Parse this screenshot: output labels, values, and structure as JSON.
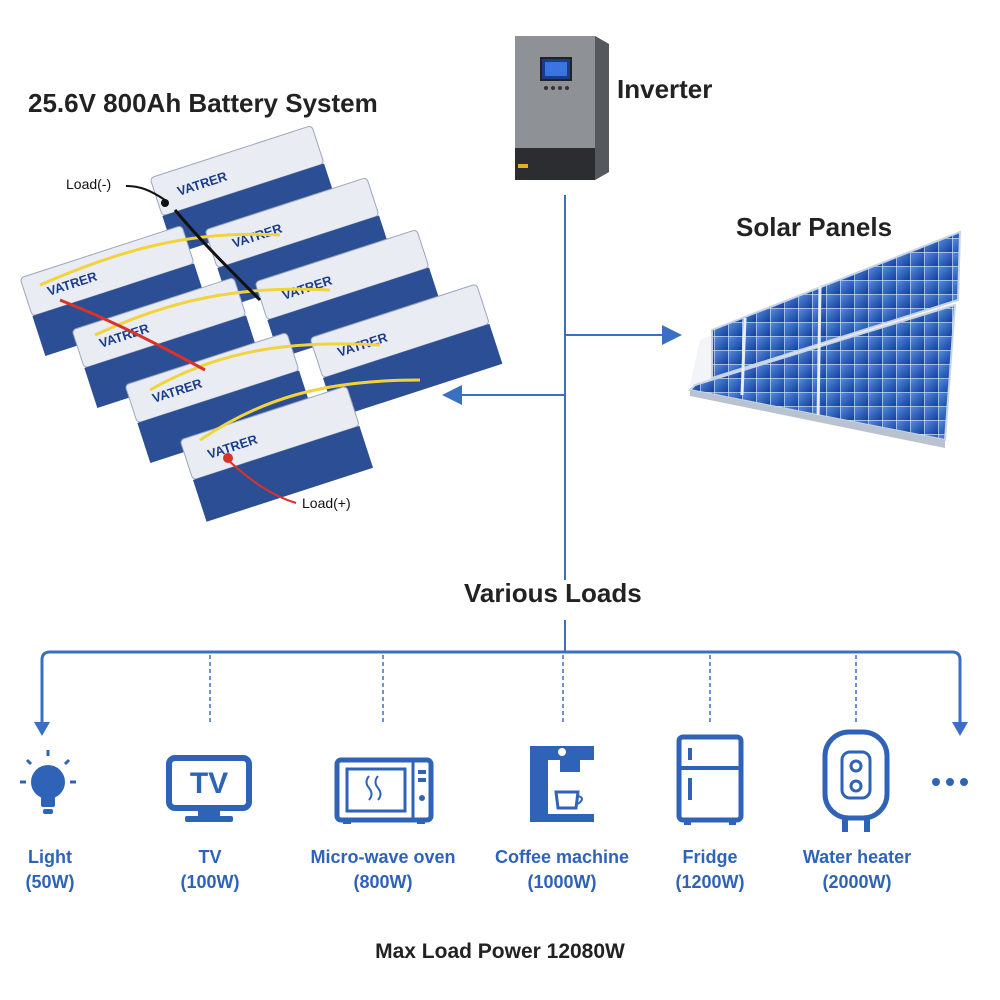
{
  "title": "25.6V 800Ah Battery System",
  "inverter_label": "Inverter",
  "solar_label": "Solar Panels",
  "loads_label": "Various Loads",
  "load_minus": "Load(-)",
  "load_plus": "Load(+)",
  "battery_brand": "VATRER",
  "loads": [
    {
      "name": "Light",
      "power": "(50W)",
      "icon": "light-bulb-icon"
    },
    {
      "name": "TV",
      "power": "(100W)",
      "icon": "tv-icon"
    },
    {
      "name": "Micro-wave oven",
      "power": "(800W)",
      "icon": "microwave-icon"
    },
    {
      "name": "Coffee machine",
      "power": "(1000W)",
      "icon": "coffee-machine-icon"
    },
    {
      "name": "Fridge",
      "power": "(1200W)",
      "icon": "fridge-icon"
    },
    {
      "name": "Water heater",
      "power": "(2000W)",
      "icon": "water-heater-icon"
    }
  ],
  "tv_icon_text": "TV",
  "footer": "Max Load Power 12080W",
  "colors": {
    "accent": "#2f63b8",
    "line": "#3a6fc4",
    "battery_top": "#e9edf3",
    "battery_body": "#2c4e94"
  }
}
